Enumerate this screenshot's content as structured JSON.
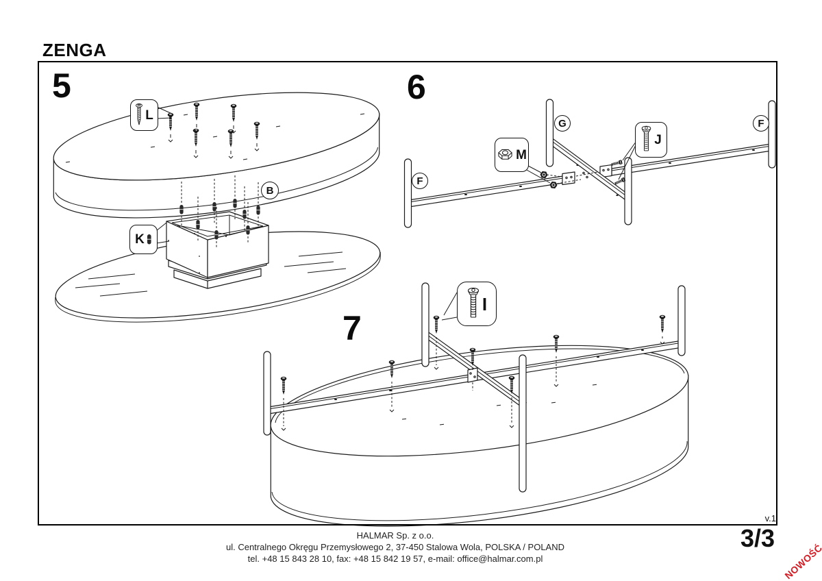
{
  "page": {
    "title": "ZENGA",
    "version_label": "v.1",
    "page_indicator": "3/3",
    "new_badge": "NOWOŚĆ"
  },
  "steps": {
    "step5": "5",
    "step6": "6",
    "step7": "7"
  },
  "part_labels": {
    "screw_L": "L",
    "dowel_K": "K",
    "panel_B": "B",
    "leg_F_left": "F",
    "leg_G": "G",
    "nut_M": "M",
    "bolt_J": "J",
    "leg_F_right": "F",
    "screw_I": "I"
  },
  "footer": {
    "company": "HALMAR Sp. z o.o.",
    "address": "ul. Centralnego Okręgu Przemysłowego 2, 37-450 Stalowa Wola, POLSKA / POLAND",
    "contact": "tel. +48 15 843 28 10, fax: +48 15 842 19 57, e-mail: office@halmar.com.pl"
  },
  "colors": {
    "line": "#1a1a1a",
    "accent_red": "#d21d24"
  }
}
